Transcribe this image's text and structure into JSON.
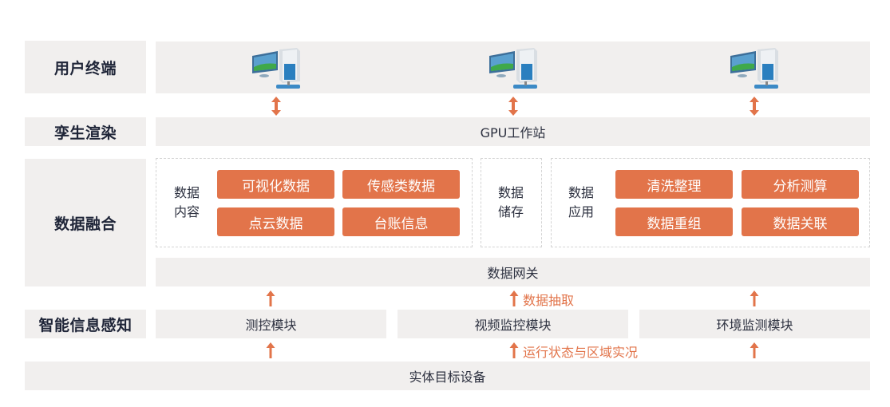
{
  "layers": {
    "user_terminal": {
      "label": "用户终端",
      "icon": "computer-icon",
      "count": 3
    },
    "twin_render": {
      "label": "孪生渲染",
      "content": "GPU工作站"
    },
    "data_fusion": {
      "label": "数据融合",
      "content_group": {
        "title": "数据内容",
        "title_lines": [
          "数据",
          "内容"
        ],
        "items": [
          "可视化数据",
          "传感类数据",
          "点云数据",
          "台账信息"
        ]
      },
      "storage_group": {
        "title": "数据储存",
        "title_lines": [
          "数据",
          "储存"
        ]
      },
      "application_group": {
        "title": "数据应用",
        "title_lines": [
          "数据",
          "应用"
        ],
        "items": [
          "清洗整理",
          "分析测算",
          "数据重组",
          "数据关联"
        ]
      },
      "gateway": "数据网关"
    },
    "perception": {
      "label": "智能信息感知",
      "modules": [
        "测控模块",
        "视频监控模块",
        "环境监测模块"
      ]
    },
    "entity": {
      "content": "实体目标设备"
    }
  },
  "annotations": {
    "extract": "数据抽取",
    "status": "运行状态与区域实况"
  },
  "colors": {
    "accent": "#e2744a",
    "panel": "#f1efee",
    "label_text": "#1f2538"
  }
}
